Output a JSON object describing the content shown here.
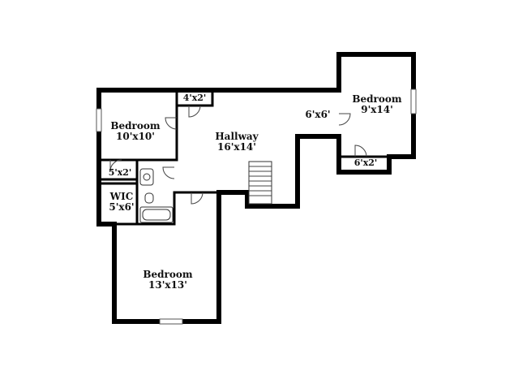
{
  "rooms": {
    "bedroom_ul": {
      "name": "Bedroom",
      "size": "10'x10'"
    },
    "closet_top": {
      "size": "4'x2'"
    },
    "hallway": {
      "name": "Hallway",
      "size": "16'x14'"
    },
    "area_6x6": {
      "size": "6'x6'"
    },
    "bedroom_right": {
      "name": "Bedroom",
      "size": "9'x14'"
    },
    "closet_right": {
      "size": "6'x2'"
    },
    "closet_left": {
      "size": "5'x2'"
    },
    "wic": {
      "name": "WIC",
      "size": "5'x6'"
    },
    "bedroom_bottom": {
      "name": "Bedroom",
      "size": "13'x13'"
    }
  }
}
